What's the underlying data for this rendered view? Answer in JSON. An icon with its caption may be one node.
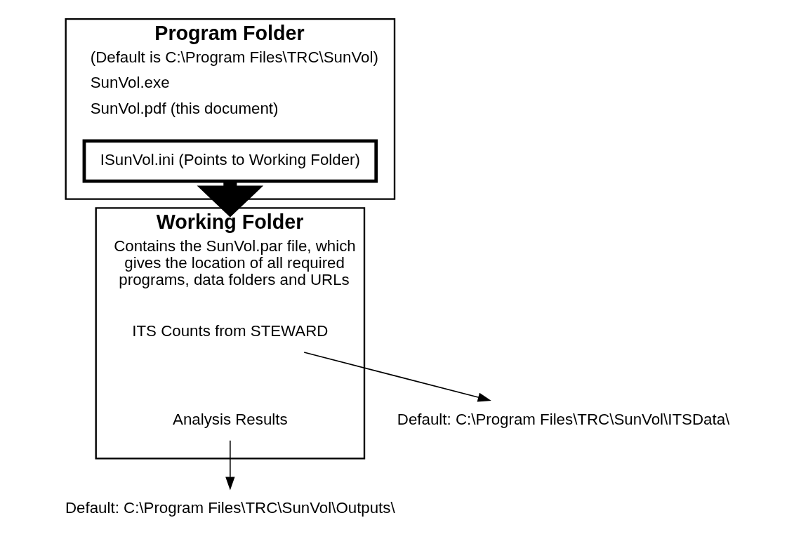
{
  "diagram": {
    "nodes": [
      {
        "text": [
          "Program Folder",
          "(Default is C:\\Program Files\\TRC\\SunVol)",
          "SunVol.exe",
          "SunVol.pdf (this document)"
        ]
      },
      {
        "text": [
          "ISunVol.ini (Points to Working Folder)"
        ],
        "in": 0
      },
      {
        "text": [
          "Working Folder",
          "Contains the SunVol.par file, which gives the location of all required programs, data folders and URLs"
        ]
      },
      {
        "text": [
          "ITS Counts from STEWARD"
        ],
        "in": 2
      },
      {
        "text": [
          "Analysis Results"
        ],
        "in": 2
      },
      {
        "text": [
          "Default: C:\\Program Files\\TRC\\SunVol\\ITSData\\"
        ]
      },
      {
        "text": [
          "Default: C:\\Program Files\\TRC\\SunVol\\Outputs\\"
        ]
      }
    ],
    "edges": [
      {
        "from": 1,
        "to": 2,
        "arrow": "to",
        "style": "thick"
      },
      {
        "from": 3,
        "to": 5,
        "arrow": "to"
      },
      {
        "from": 4,
        "to": 6,
        "arrow": "to"
      }
    ]
  }
}
